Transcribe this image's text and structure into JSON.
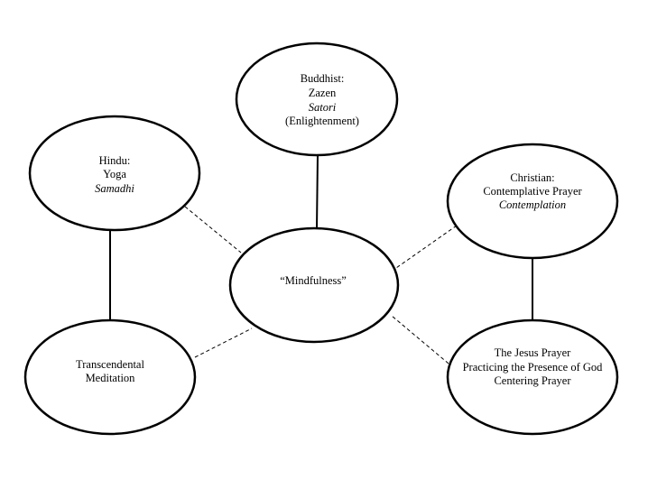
{
  "nodes": {
    "center": {
      "lines": [
        "“Mindfulness”"
      ]
    },
    "buddhist": {
      "lines": [
        "Buddhist:",
        "Zazen",
        "Satori",
        "(Enlightenment)"
      ]
    },
    "hindu": {
      "lines": [
        "Hindu:",
        "Yoga",
        "Samadhi"
      ]
    },
    "christian": {
      "lines": [
        "Christian:",
        "Contemplative Prayer",
        "Contemplation"
      ]
    },
    "tm": {
      "lines": [
        "Transcendental",
        "Meditation"
      ]
    },
    "jesus_prayer": {
      "lines": [
        "The Jesus Prayer",
        "Practicing the Presence of God",
        "Centering Prayer"
      ]
    }
  },
  "connections": [
    {
      "from": "buddhist",
      "to": "center",
      "style": "solid"
    },
    {
      "from": "hindu",
      "to": "tm",
      "style": "solid"
    },
    {
      "from": "christian",
      "to": "jesus_prayer",
      "style": "solid"
    },
    {
      "from": "hindu",
      "to": "center",
      "style": "dashed"
    },
    {
      "from": "tm",
      "to": "center",
      "style": "dashed"
    },
    {
      "from": "christian",
      "to": "center",
      "style": "dashed"
    },
    {
      "from": "jesus_prayer",
      "to": "center",
      "style": "dashed"
    }
  ]
}
